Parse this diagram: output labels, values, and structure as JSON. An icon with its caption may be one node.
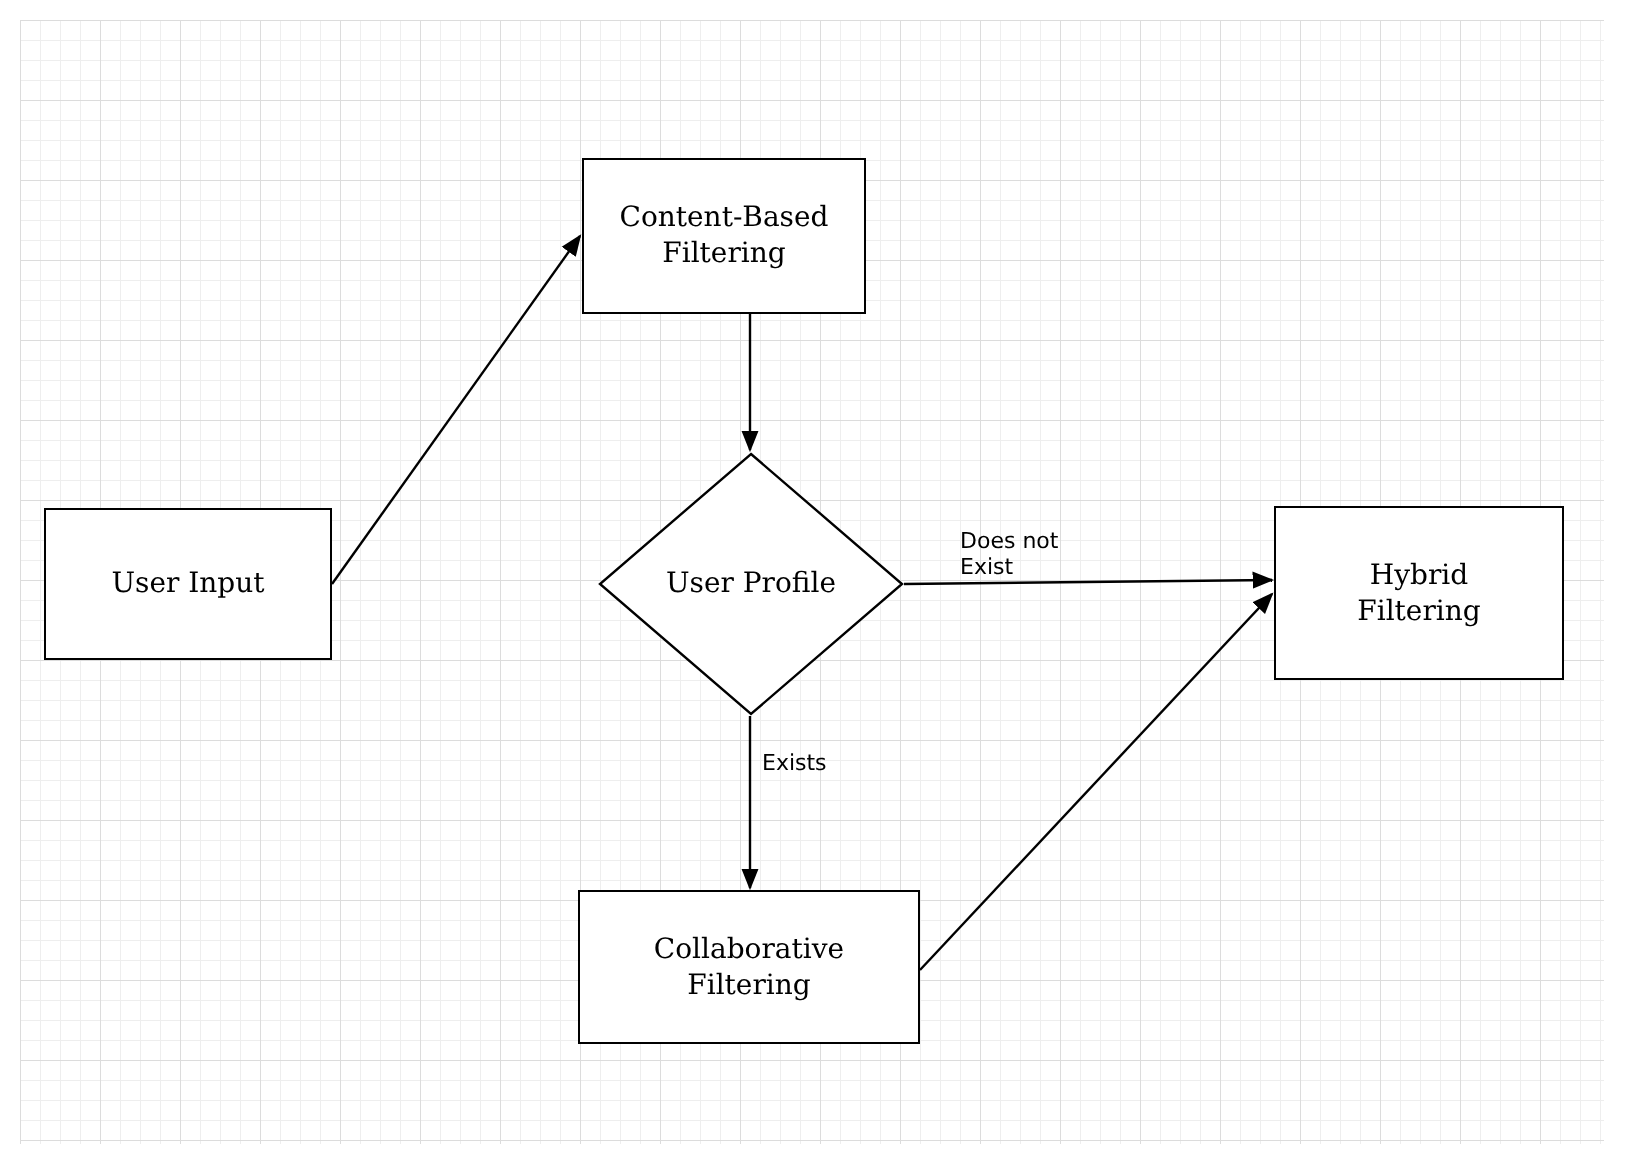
{
  "diagram": {
    "nodes": [
      {
        "text": [
          "User Input"
        ]
      },
      {
        "text": [
          "Content-Based Filtering"
        ]
      },
      {
        "text": [
          "User Profile"
        ]
      },
      {
        "text": [
          "Hybrid Filtering"
        ]
      },
      {
        "text": [
          "Collaborative Filtering"
        ]
      }
    ],
    "edges": [
      {
        "from": 0,
        "to": 1,
        "arrow": "to"
      },
      {
        "from": 1,
        "to": 2,
        "arrow": "to"
      },
      {
        "from": 2,
        "to": 3,
        "arrow": "to",
        "label": "Does not Exist"
      },
      {
        "from": 2,
        "to": 4,
        "arrow": "to",
        "label": "Exists"
      },
      {
        "from": 4,
        "to": 3,
        "arrow": "to"
      }
    ]
  }
}
